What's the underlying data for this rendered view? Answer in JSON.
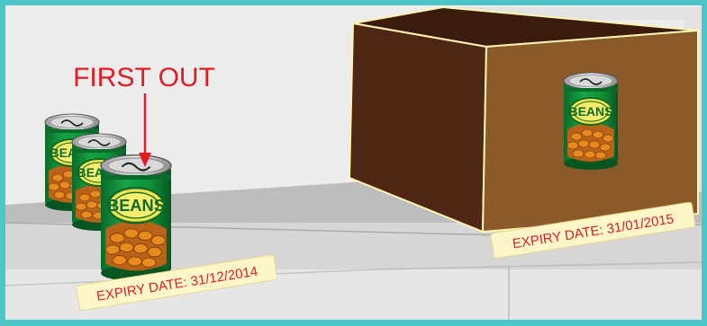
{
  "annotation": {
    "first_out": "FIRST OUT"
  },
  "labels": {
    "expiry_front": "EXPIRY DATE: 31/12/2014",
    "expiry_box": "EXPIRY DATE: 31/01/2015"
  },
  "can": {
    "brand": "BEANS"
  },
  "colors": {
    "frame": "#4cc6c8",
    "wall": "#ececec",
    "shelf_top": "#bdbdbd",
    "shelf_front": "#d6d6d6",
    "box_dark": "#4f2714",
    "box_front": "#8b5a2b",
    "box_edge": "#fff4b0",
    "can_green": "#11913a",
    "can_dark_green": "#0a6b2a",
    "brand_yellow": "#f3e34a",
    "bean_orange": "#e98a1f",
    "arrow_red": "#e31b23",
    "tag_fill": "#fdf6c9",
    "tag_text": "#d81e2a"
  },
  "icons": {
    "arrow": "down-arrow-icon",
    "can": "bean-can-icon"
  }
}
